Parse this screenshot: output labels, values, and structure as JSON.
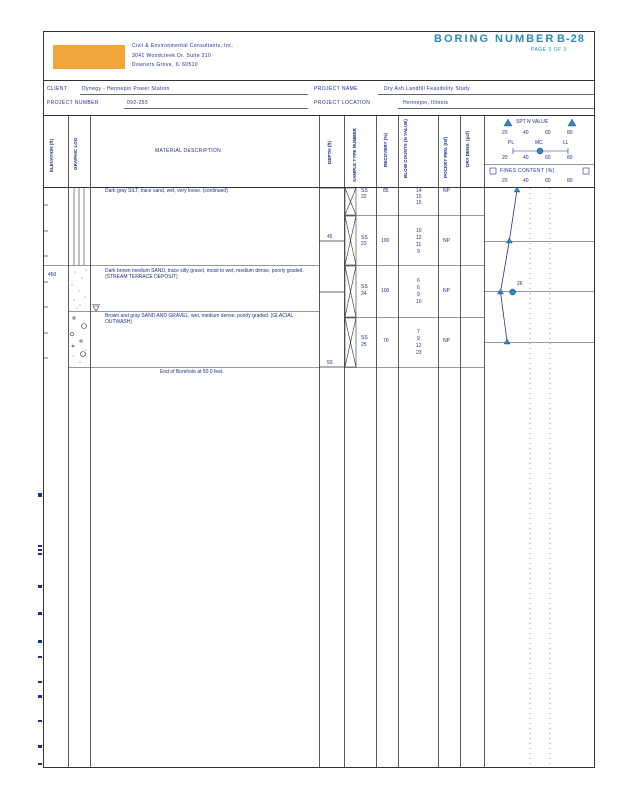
{
  "company": {
    "logo_color": "#f0a63a",
    "name": "Civil & Environmental Consultants, Inc.",
    "address_line": "3041 Woodcreek Dr. Suite 210",
    "city_line": "Downers Grove, IL 60510"
  },
  "boring": {
    "label": "BORING NUMBER",
    "number": "B-28",
    "page": "PAGE 3 OF 3"
  },
  "info": {
    "client_label": "CLIENT",
    "client": "Dynegy - Hennepin Power Station",
    "project_name_label": "PROJECT NAME",
    "project_name": "Dry Ash Landfill Feasibility Study",
    "project_number_label": "PROJECT NUMBER",
    "project_number": "092-255",
    "project_location_label": "PROJECT LOCATION",
    "project_location": "Hennepin, Illinois"
  },
  "headers": {
    "elevation": "ELEVATION (ft)",
    "graphic_log": "GRAPHIC LOG",
    "material": "MATERIAL DESCRIPTION",
    "depth": "DEPTH (ft)",
    "sample": "SAMPLE TYPE NUMBER",
    "recovery": "RECOVERY (%)",
    "blow": "BLOW COUNTS (N VALUE)",
    "pocket": "POCKET PEN. (tsf)",
    "dd": "DRY DENS. (pcf)",
    "spt_label": "SPT N VALUE",
    "pl_label": "PL",
    "mc_label": "MC",
    "ll_label": "LL",
    "fines_label": "FINES CONTENT (%)",
    "scale": [
      "20",
      "40",
      "60",
      "80"
    ]
  },
  "elevation_marker": "450",
  "depth_markers": [
    "45",
    "50"
  ],
  "materials": [
    "Dark gray SILT, trace sand, wet, very loose. (continued)",
    "Dark brown medium SAND, trace silty gravel, moist to wet, medium dense, poorly graded. (STREAM TERRACE DEPOSIT)",
    "Brown and gray SAND AND GRAVEL, wet, medium dense, poorly graded. (GLACIAL OUTWASH)",
    "End of Borehole at 50.0 feet."
  ],
  "samples": [
    {
      "type": "SS",
      "number": "22",
      "recovery": "85",
      "blows": [
        "14",
        "15",
        "15"
      ],
      "pocket": "NP"
    },
    {
      "type": "SS",
      "number": "23",
      "recovery": "100",
      "blows": [
        "10",
        "12",
        "11",
        "9"
      ],
      "pocket": "NP"
    },
    {
      "type": "SS",
      "number": "24",
      "recovery": "100",
      "blows": [
        "6",
        "6",
        "9",
        "10"
      ],
      "pocket": "NP"
    },
    {
      "type": "SS",
      "number": "25",
      "recovery": "70",
      "blows": [
        "7",
        "9",
        "12",
        "23"
      ],
      "pocket": "NP"
    }
  ],
  "mc_value": "26",
  "chart_data": {
    "type": "line",
    "series": [
      {
        "name": "SPT N VALUE",
        "x": [
          30,
          23,
          15,
          21
        ],
        "y": [
          1,
          2,
          3,
          4
        ]
      }
    ],
    "xlim": [
      0,
      100
    ],
    "mc_point": 26
  }
}
